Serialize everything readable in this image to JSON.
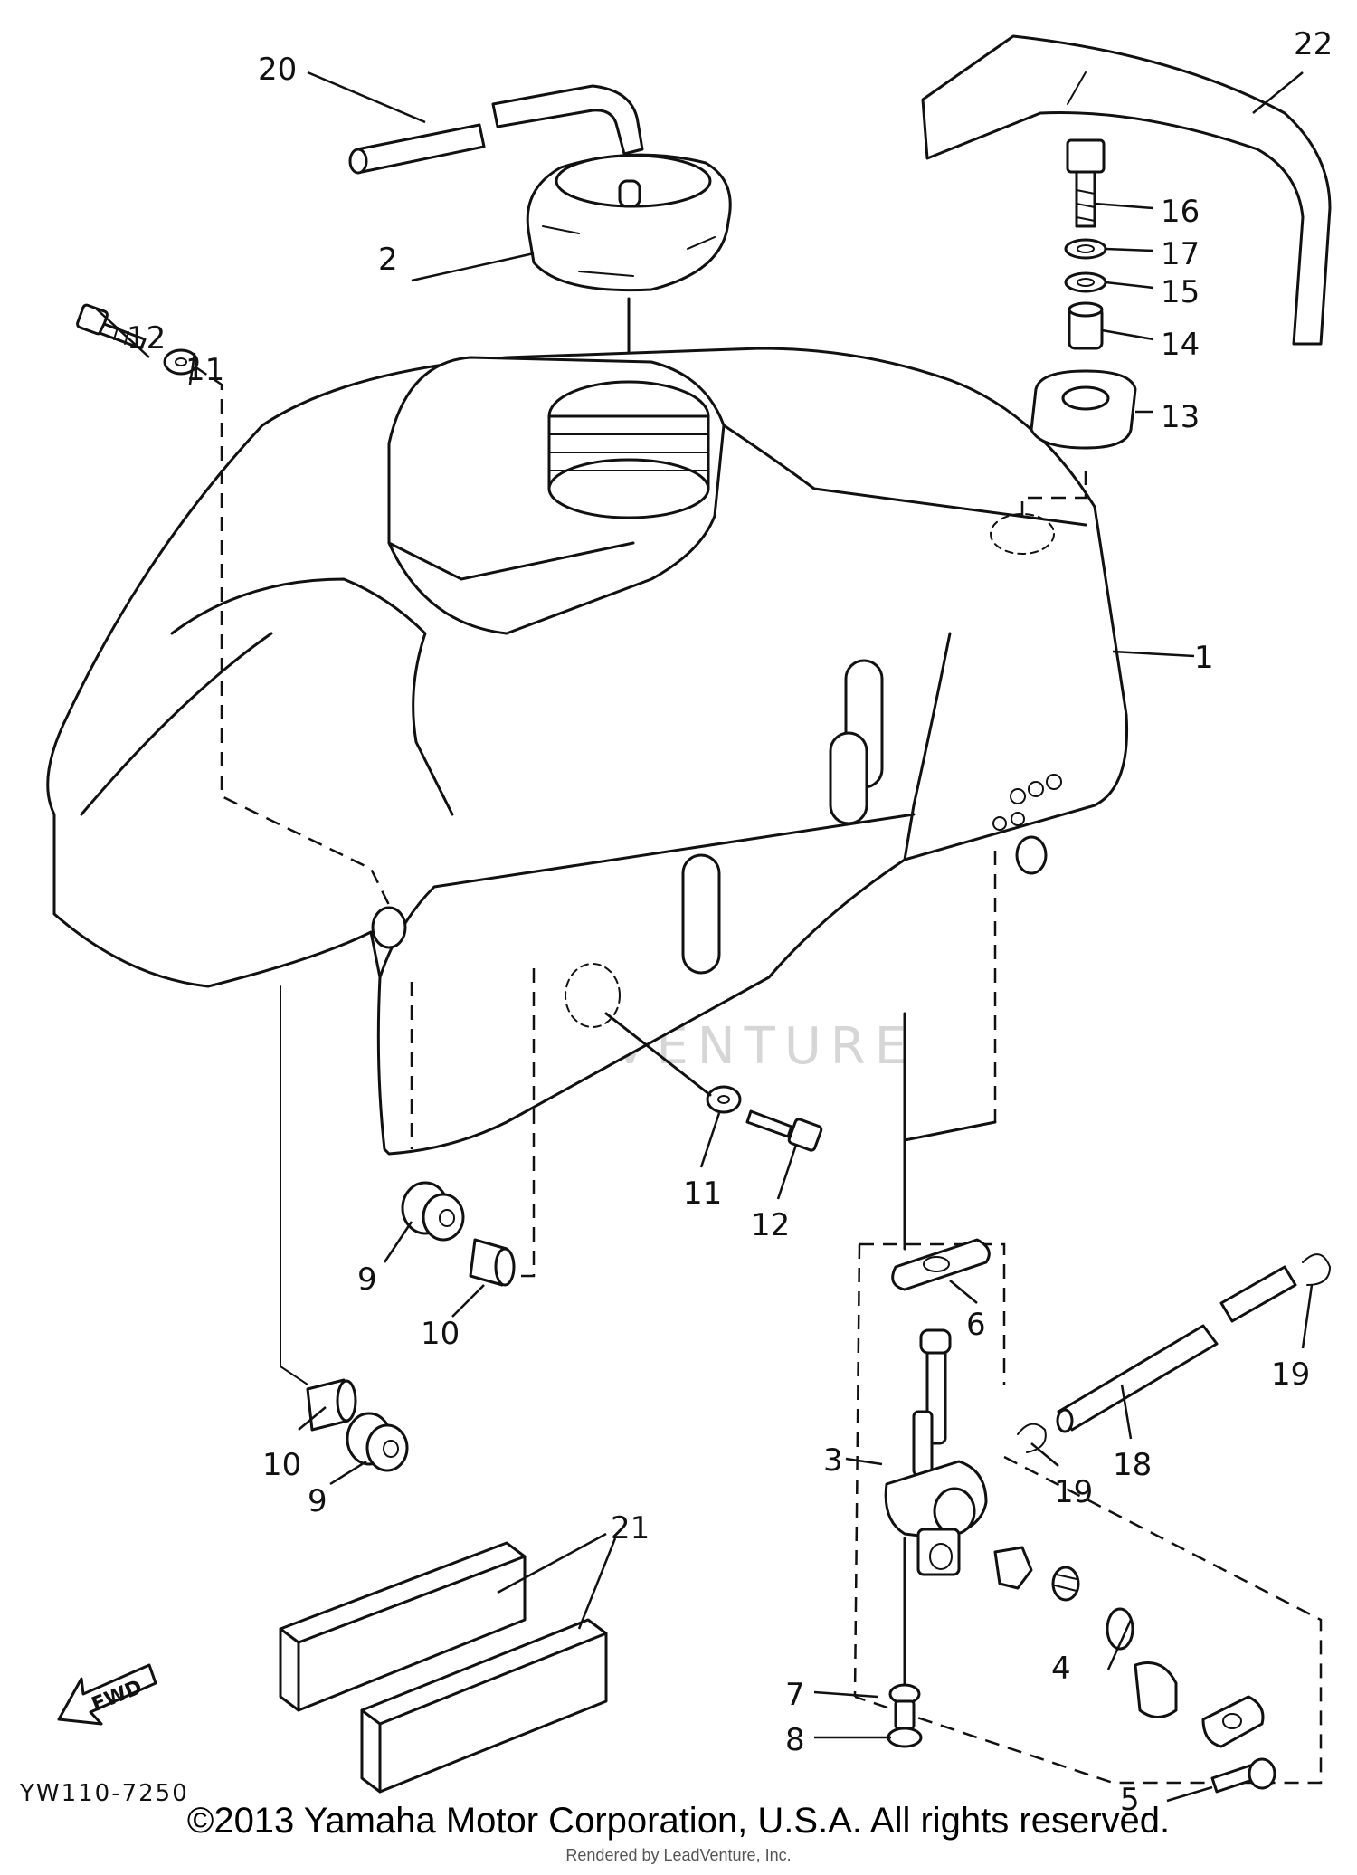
{
  "diagram": {
    "reference_code": "YW110-7250",
    "direction_label": "FWD",
    "watermark": "LEADVENTURE",
    "callouts": {
      "c1": "1",
      "c2": "2",
      "c3": "3",
      "c4": "4",
      "c5": "5",
      "c6": "6",
      "c7": "7",
      "c8": "8",
      "c9a": "9",
      "c9b": "9",
      "c10a": "10",
      "c10b": "10",
      "c11a": "11",
      "c11b": "11",
      "c12a": "12",
      "c12b": "12",
      "c13": "13",
      "c14": "14",
      "c15": "15",
      "c16": "16",
      "c17": "17",
      "c18": "18",
      "c19a": "19",
      "c19b": "19",
      "c20": "20",
      "c21": "21",
      "c22": "22"
    }
  },
  "footer": {
    "copyright": "©2013 Yamaha Motor Corporation, U.S.A. All rights reserved.",
    "rendered_by": "Rendered by LeadVenture, Inc."
  }
}
